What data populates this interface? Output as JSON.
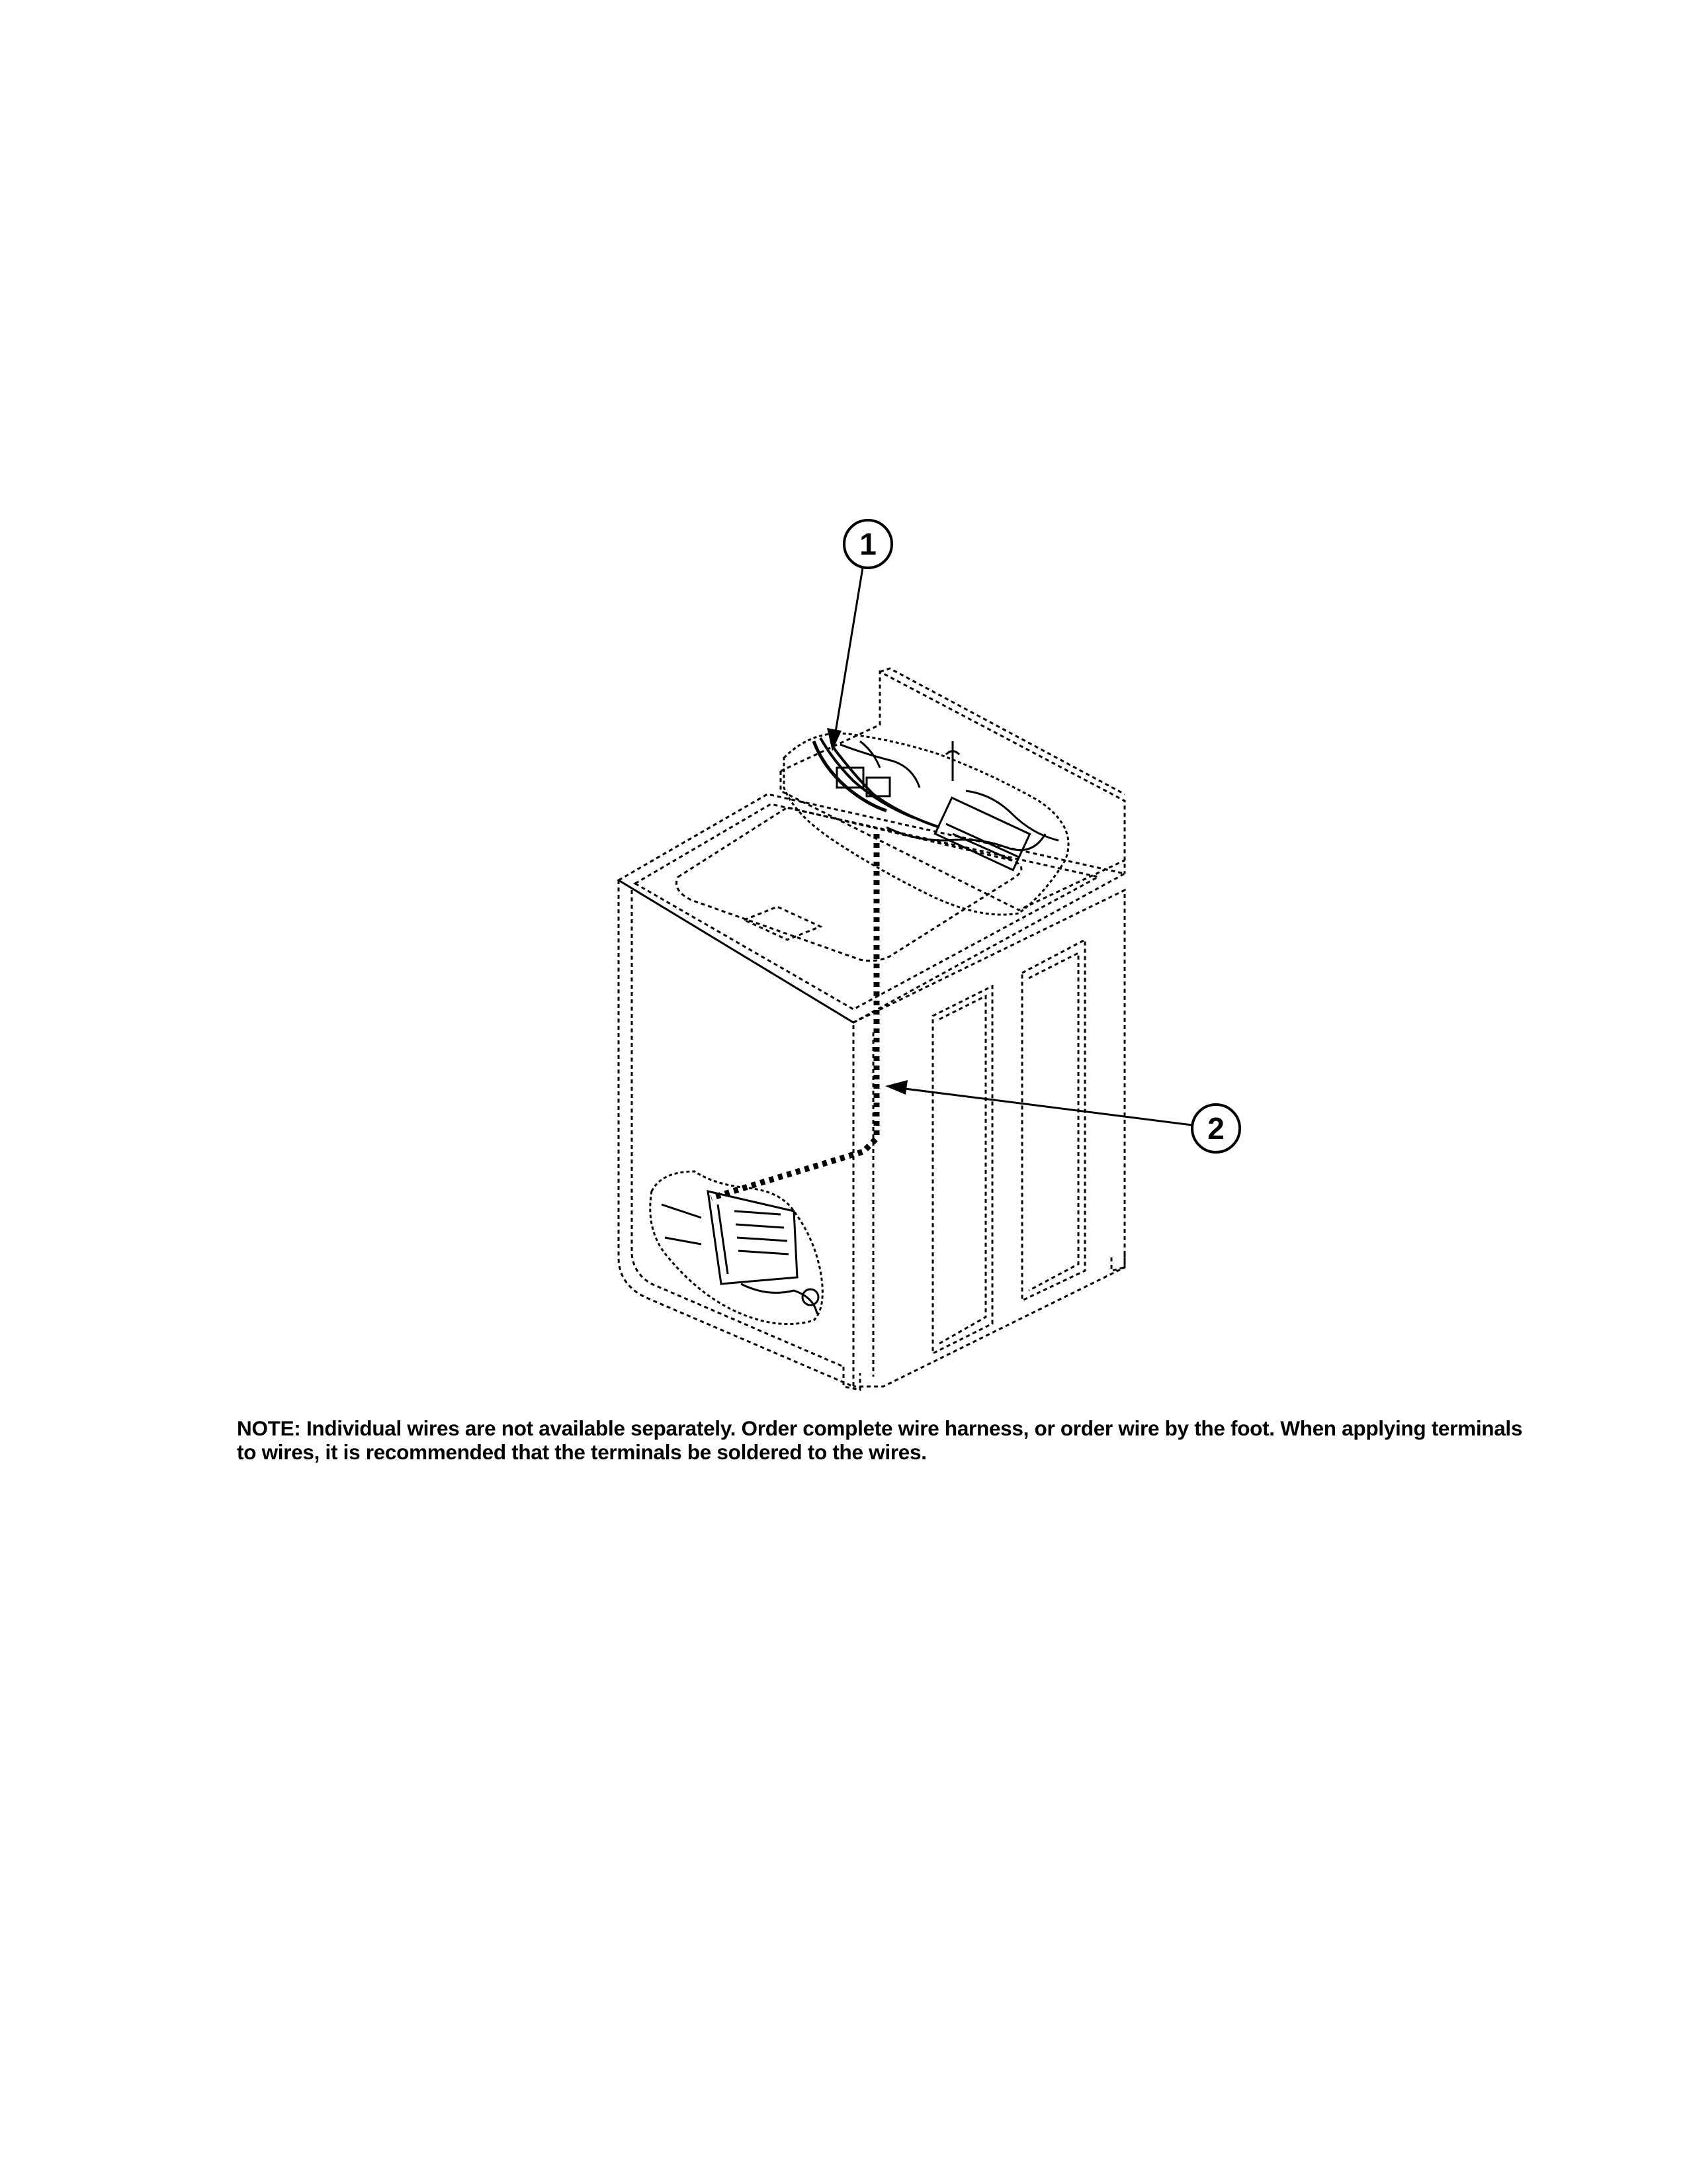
{
  "callouts": [
    {
      "id": "1"
    },
    {
      "id": "2"
    }
  ],
  "note": "NOTE: Individual wires are not available separately. Order complete wire harness, or order wire by the foot. When applying terminals to wires, it is recommended that the terminals be soldered to the wires.",
  "colors": {
    "line": "#000000",
    "background": "#ffffff"
  }
}
